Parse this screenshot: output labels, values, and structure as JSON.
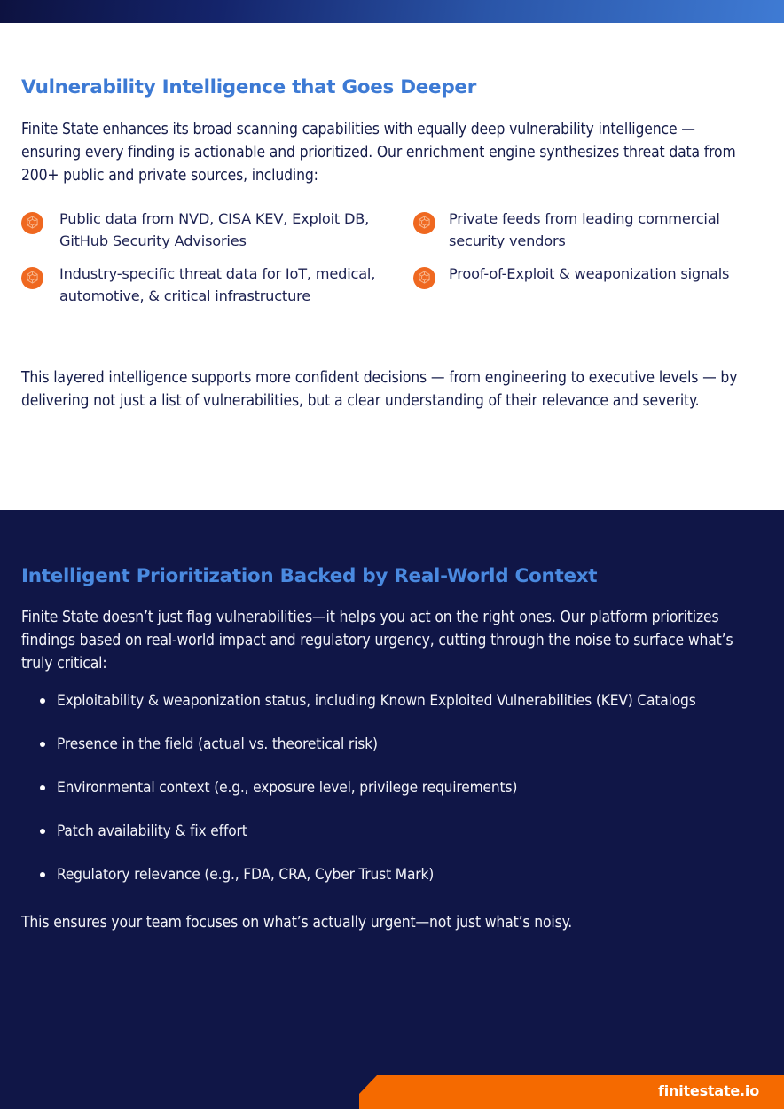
{
  "brand": {
    "heading_blue": "#3d7ad4",
    "heading_blue_dark_bg": "#4a8ae0",
    "navy": "#101647",
    "orange": "#f56a00",
    "body_navy": "#151c4a"
  },
  "light_section": {
    "heading": "Vulnerability Intelligence that Goes Deeper",
    "intro_paragraph": "Finite State enhances its broad scanning capabilities with equally deep vulnerability intelligence — ensuring every finding is actionable and prioritized. Our enrichment engine synthesizes threat data from 200+ public and private sources, including:",
    "features": [
      {
        "icon": "hexagon-network-icon",
        "text": "Public data from NVD, CISA KEV, Exploit DB, GitHub Security Advisories"
      },
      {
        "icon": "hexagon-network-icon",
        "text": "Private feeds from leading commercial security vendors"
      },
      {
        "icon": "hexagon-network-icon",
        "text": "Industry-specific threat data for IoT, medical, automotive, & critical infrastructure"
      },
      {
        "icon": "hexagon-network-icon",
        "text": "Proof-of-Exploit & weaponization signals"
      }
    ],
    "closing_paragraph": "This layered intelligence supports more confident decisions — from engineering to executive levels — by delivering not just a list of vulnerabilities, but a clear understanding of their relevance and severity."
  },
  "dark_section": {
    "heading": "Intelligent Prioritization Backed by Real-World Context",
    "intro_paragraph": "Finite State doesn’t just flag vulnerabilities—it helps you act on the right ones. Our platform prioritizes findings based on real-world impact and regulatory urgency, cutting through the noise to surface what’s truly critical:",
    "bullets": [
      "Exploitability & weaponization status, including Known Exploited Vulnerabilities (KEV) Catalogs",
      "Presence in the field (actual vs. theoretical risk)",
      "Environmental context (e.g., exposure level, privilege requirements)",
      "Patch availability & fix effort",
      "Regulatory relevance (e.g., FDA, CRA, Cyber Trust Mark)"
    ],
    "closing_paragraph": "This ensures your team focuses on what’s actually urgent—not just what’s noisy."
  },
  "footer": {
    "url": "finitestate.io"
  }
}
